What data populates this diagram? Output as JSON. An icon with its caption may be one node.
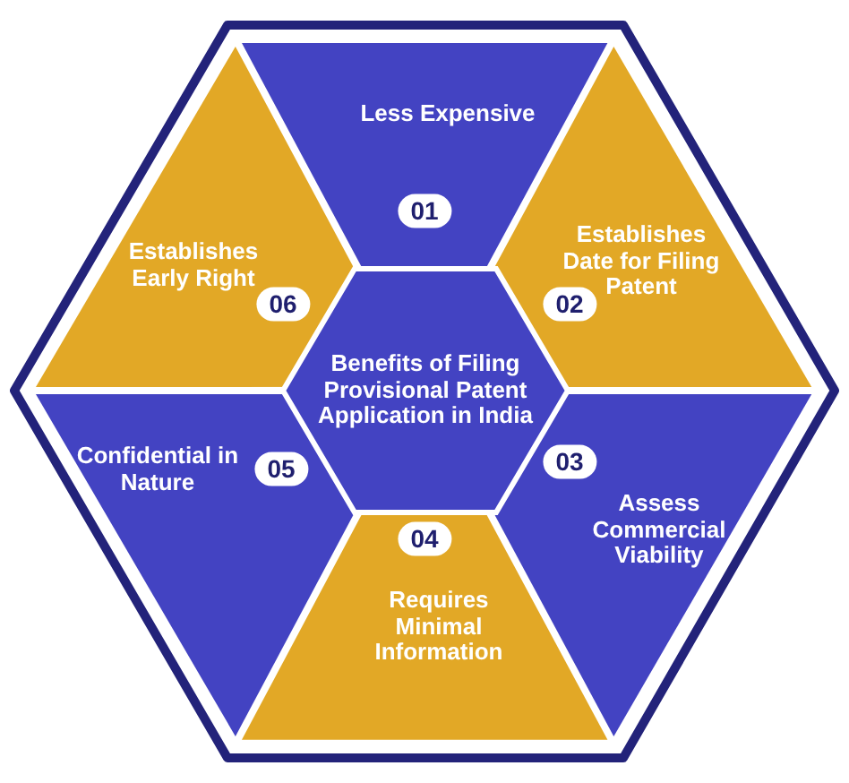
{
  "diagram": {
    "nodes": [
      {
        "text": [
          "Less Expensive",
          "01"
        ]
      },
      {
        "text": [
          "Establishes Date for Filing Patent",
          "02"
        ]
      },
      {
        "text": [
          "Assess Commercial Viability",
          "03"
        ]
      },
      {
        "text": [
          "04",
          "Requires Minimal Information"
        ]
      },
      {
        "text": [
          "Confidential in Nature",
          "05"
        ]
      },
      {
        "text": [
          "Establishes Early Right",
          "06"
        ]
      },
      {
        "text": [
          "Benefits of Filing Provisional Patent Application in India"
        ]
      }
    ]
  }
}
